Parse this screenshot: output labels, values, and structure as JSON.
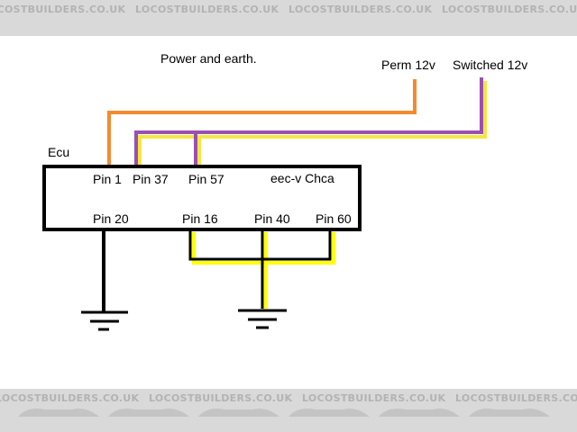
{
  "watermark": {
    "text": "LOCOSTBUILDERS.CO.UK",
    "colors": {
      "band": "#d9d9d9",
      "text": "#b3b3b3"
    }
  },
  "diagram": {
    "title": "Power and earth.",
    "ecu_label": "Ecu",
    "model_label": "eec-v Chca",
    "supplies": {
      "perm": "Perm 12v",
      "switched": "Switched 12v"
    },
    "pins": {
      "pin1": "Pin 1",
      "pin37": "Pin 37",
      "pin57": "Pin 57",
      "pin20": "Pin 20",
      "pin16": "Pin 16",
      "pin40": "Pin 40",
      "pin60": "Pin 60"
    },
    "wire_colors": {
      "perm": "#f28b30",
      "switched_main": "#9b4fb0",
      "switched_stripe": "#f5e642",
      "earth_main": "#000000",
      "earth_stripe": "#ffff00"
    }
  }
}
